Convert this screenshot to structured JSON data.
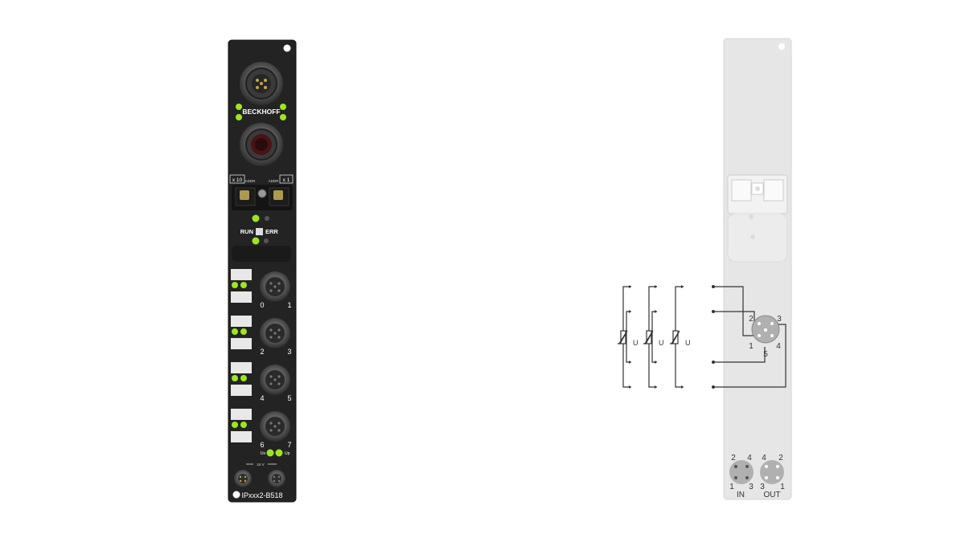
{
  "module": {
    "brand": "BECKHOFF",
    "model": "IPxxx2-B518",
    "addr_x10": "x 10",
    "addr_x1": "x 1",
    "addr_label": "ADDR",
    "run_label": "RUN",
    "err_label": "ERR",
    "channel_labels": [
      "0",
      "1",
      "2",
      "3",
      "4",
      "5",
      "6",
      "7"
    ],
    "us_label": "Us",
    "up_label": "Up",
    "power_label": "24 V",
    "led_color": "#9be81a"
  },
  "diagram": {
    "u_label": "U",
    "pins": [
      "1",
      "2",
      "3",
      "4",
      "5"
    ],
    "in_label": "IN",
    "out_label": "OUT",
    "in_pins": [
      "2",
      "4",
      "1",
      "3"
    ],
    "out_pins": [
      "4",
      "2",
      "3",
      "1"
    ]
  }
}
